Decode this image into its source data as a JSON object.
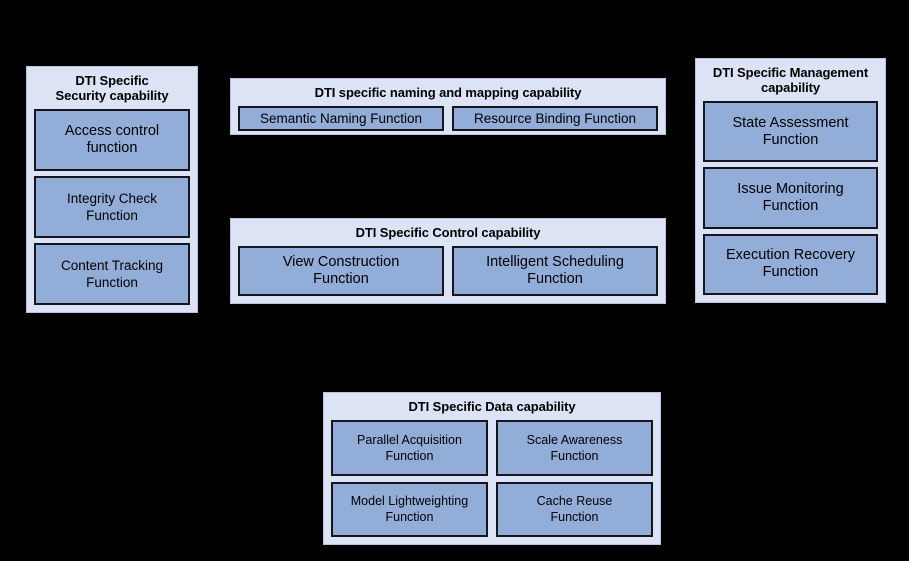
{
  "diagram": {
    "background_color": "#000000",
    "panel_fill": "#dce3f4",
    "function_fill": "#92aed8",
    "function_border": "#15161c",
    "panels": [
      {
        "id": "security",
        "title": "DTI Specific\nSecurity capability",
        "title_line1": "DTI Specific",
        "title_line2": "Security capability",
        "functions": [
          {
            "label": "Access control\nfunction",
            "line1": "Access control",
            "line2": "function"
          },
          {
            "label": "Integrity Check\nFunction",
            "line1": "Integrity Check",
            "line2": "Function"
          },
          {
            "label": "Content Tracking\nFunction",
            "line1": "Content Tracking",
            "line2": "Function"
          }
        ]
      },
      {
        "id": "naming",
        "title": "DTI specific naming and mapping capability",
        "functions": [
          {
            "label": "Semantic Naming Function"
          },
          {
            "label": "Resource Binding Function"
          }
        ]
      },
      {
        "id": "control",
        "title": "DTI Specific Control capability",
        "functions": [
          {
            "label": "View Construction\nFunction",
            "line1": "View Construction",
            "line2": "Function"
          },
          {
            "label": "Intelligent Scheduling\nFunction",
            "line1": "Intelligent Scheduling",
            "line2": "Function"
          }
        ]
      },
      {
        "id": "management",
        "title": "DTI Specific Management capability",
        "title_line1": "DTI Specific Management",
        "title_line2": "capability",
        "functions": [
          {
            "label": "State Assessment\nFunction",
            "line1": "State Assessment",
            "line2": "Function"
          },
          {
            "label": "Issue Monitoring\nFunction",
            "line1": "Issue Monitoring",
            "line2": "Function"
          },
          {
            "label": "Execution Recovery\nFunction",
            "line1": "Execution Recovery",
            "line2": "Function"
          }
        ]
      },
      {
        "id": "data",
        "title": "DTI Specific Data capability",
        "functions": [
          {
            "label": "Parallel Acquisition\nFunction",
            "line1": "Parallel Acquisition",
            "line2": "Function"
          },
          {
            "label": "Scale Awareness\nFunction",
            "line1": "Scale Awareness",
            "line2": "Function"
          },
          {
            "label": "Model Lightweighting\nFunction",
            "line1": "Model Lightweighting",
            "line2": "Function"
          },
          {
            "label": "Cache Reuse\nFunction",
            "line1": "Cache Reuse",
            "line2": "Function"
          }
        ]
      }
    ]
  }
}
